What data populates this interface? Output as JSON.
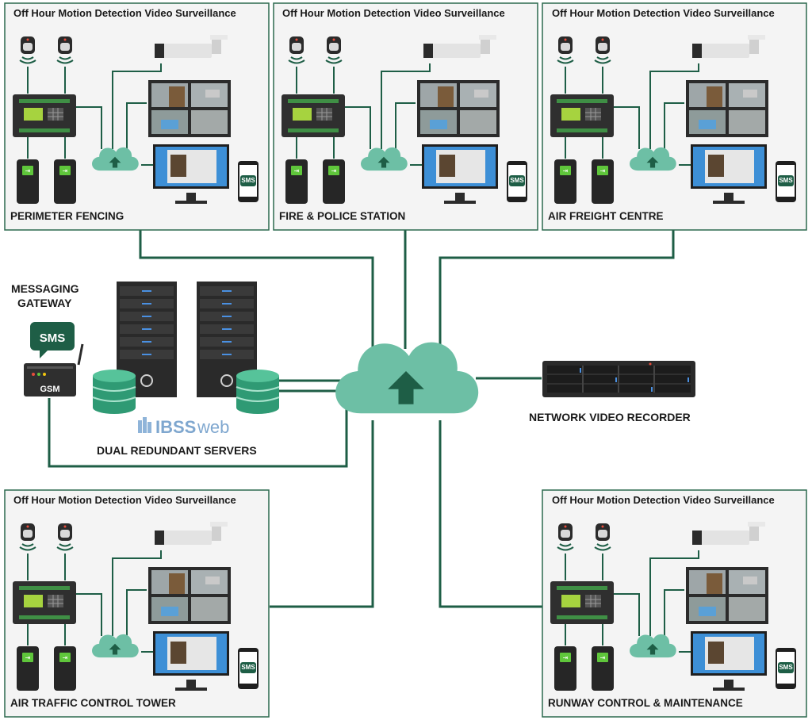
{
  "zones": [
    {
      "title": "Off Hour Motion Detection Video Surveillance",
      "name": "PERIMETER FENCING",
      "sms": "SMS"
    },
    {
      "title": "Off Hour Motion Detection Video Surveillance",
      "name": "FIRE & POLICE STATION",
      "sms": "SMS"
    },
    {
      "title": "Off Hour Motion Detection Video Surveillance",
      "name": "AIR FREIGHT CENTRE",
      "sms": "SMS"
    },
    {
      "title": "Off Hour Motion Detection Video Surveillance",
      "name": "AIR TRAFFIC CONTROL TOWER",
      "sms": "SMS"
    },
    {
      "title": "Off Hour Motion Detection Video Surveillance",
      "name": "RUNWAY CONTROL & MAINTENANCE",
      "sms": "SMS"
    }
  ],
  "gateway": {
    "line1": "MESSAGING",
    "line2": "GATEWAY",
    "sms": "SMS",
    "gsm": "GSM"
  },
  "servers": {
    "label": "DUAL REDUNDANT SERVERS",
    "brand_bold": "IBSS",
    "brand_light": "web"
  },
  "nvr": {
    "label": "NETWORK VIDEO RECORDER"
  },
  "colors": {
    "green": "#1e5e46",
    "teal": "#6dbfa5",
    "line": "#1e5e46",
    "box_bg": "#f4f4f4",
    "box_border": "#2d6a4f"
  }
}
